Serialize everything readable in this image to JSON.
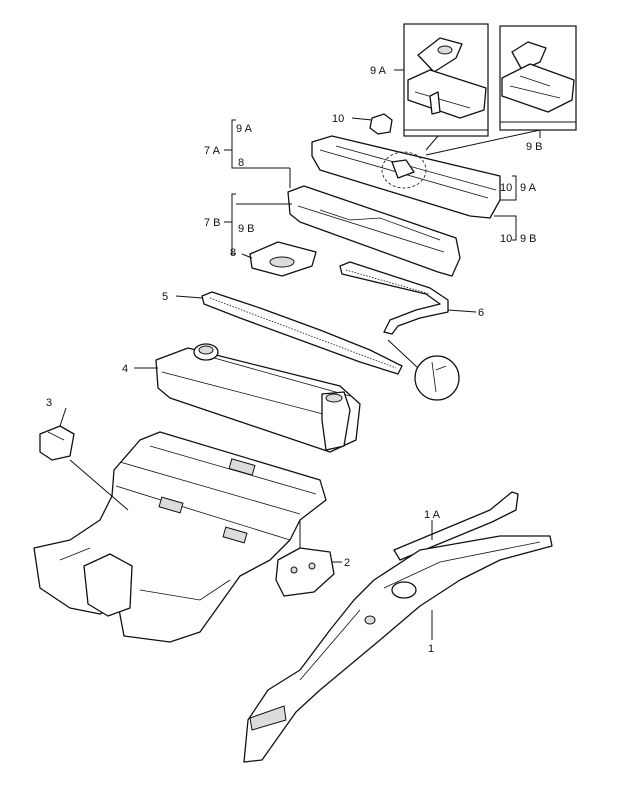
{
  "labels": {
    "l9A_top": "9 A",
    "l9A_box": "9 A",
    "l9B_box": "9 B",
    "l10_top": "10",
    "l7A": "7 A",
    "l8_a": "8",
    "l7B": "7 B",
    "l9B_left": "9 B",
    "l8_b": "8",
    "l10_9A_ten": "10",
    "l10_9A_nine": "9 A",
    "l10_9B_ten": "10",
    "l10_9B_nine": "9 B",
    "l5": "5",
    "l6": "6",
    "l4": "4",
    "l3": "3",
    "l2": "2",
    "l1A": "1 A",
    "l1": "1"
  }
}
